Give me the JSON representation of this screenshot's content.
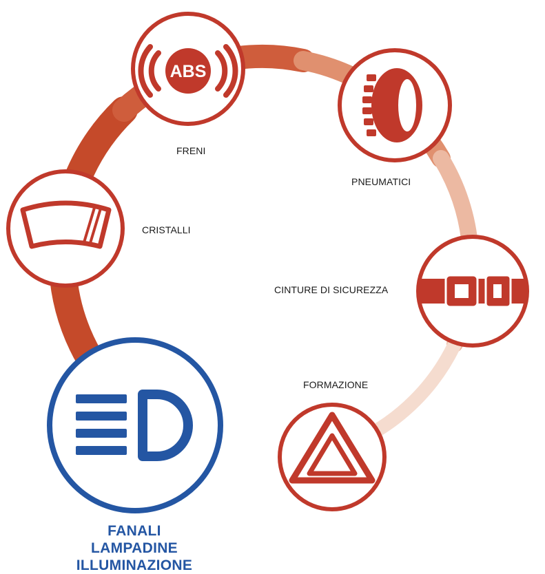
{
  "colors": {
    "accent_red": "#c0392b",
    "accent_blue": "#2456a3",
    "ring_dark": "#c8502f",
    "ring_light": "#f7e1d5"
  },
  "nodes": {
    "freni": {
      "label": "FRENI",
      "icon": "abs-brake-icon",
      "icon_text": "ABS"
    },
    "pneumatici": {
      "label": "PNEUMATICI",
      "icon": "tire-icon"
    },
    "cristalli": {
      "label": "CRISTALLI",
      "icon": "windshield-icon"
    },
    "cinture": {
      "label": "CINTURE DI SICUREZZA",
      "icon": "seatbelt-icon"
    },
    "formazione": {
      "label": "FORMAZIONE",
      "icon": "warning-triangle-icon"
    },
    "fanali": {
      "label_lines": [
        "FANALI",
        "LAMPADINE",
        "ILLUMINAZIONE"
      ],
      "icon": "headlight-icon",
      "highlighted": true
    }
  }
}
